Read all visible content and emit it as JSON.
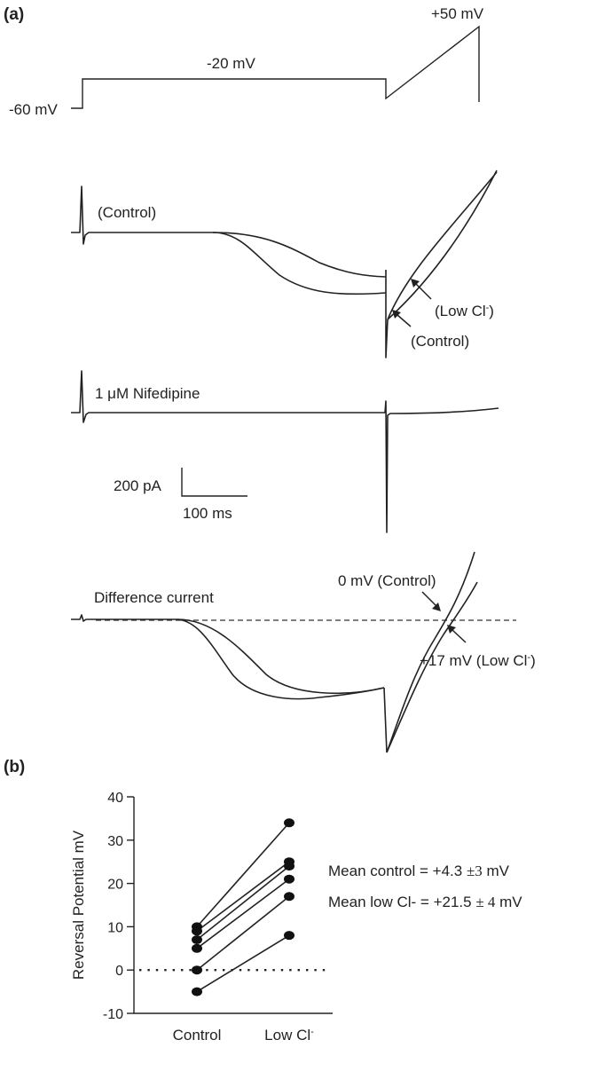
{
  "panel_a": {
    "label": "(a)",
    "protocol": {
      "hold_label": "-60 mV",
      "step_label": "-20 mV",
      "ramp_label": "+50 mV"
    },
    "control_traces": {
      "label": "(Control)",
      "arrow_low_cl": "(Low Cl",
      "arrow_control": "(Control)"
    },
    "nifedipine_trace": {
      "label": "1 μM Nifedipine"
    },
    "scale_bar": {
      "current": "200 pA",
      "time": "100 ms"
    },
    "difference": {
      "label": "Difference current",
      "reversal_control": "0 mV (Control)",
      "reversal_low_cl": "+17 mV (Low Cl"
    }
  },
  "panel_b": {
    "label": "(b)",
    "annotations": {
      "mean_control": "Mean control = +4.3 ",
      "mean_control_err": "±3",
      "mean_control_unit": " mV",
      "mean_low": "Mean low Cl- = +21.5 ",
      "mean_low_err": "± 4",
      "mean_low_unit": " mV"
    }
  },
  "chart_data": [
    {
      "type": "line",
      "categories": [
        "Control",
        "Low Cl"
      ],
      "category_superscripts": [
        "",
        "-"
      ],
      "ylabel": "Reversal Potential  mV",
      "ylim": [
        -10,
        40
      ],
      "yticks": [
        -10,
        0,
        10,
        20,
        30,
        40
      ],
      "reference_line": 0,
      "pairs": [
        [
          10,
          34
        ],
        [
          9,
          25
        ],
        [
          7,
          24
        ],
        [
          5,
          21
        ],
        [
          0,
          17
        ],
        [
          -5,
          8
        ]
      ]
    }
  ]
}
